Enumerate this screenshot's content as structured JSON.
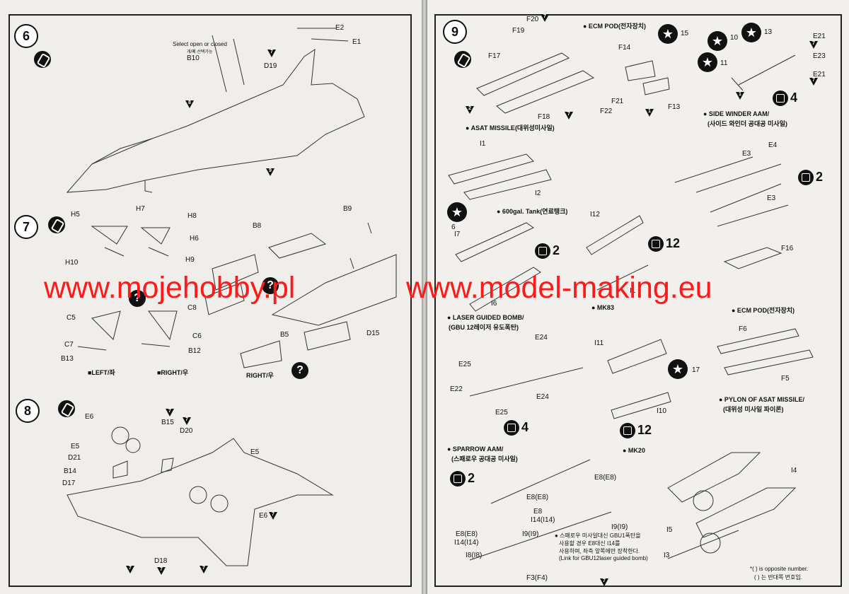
{
  "steps": {
    "s6": "6",
    "s7": "7",
    "s8": "8",
    "s9": "9"
  },
  "step6": {
    "note": "Select open or closed",
    "note_ko": "개/폐 선택가능",
    "labels": [
      "E2",
      "E1",
      "B10",
      "D19"
    ]
  },
  "step7": {
    "labels": [
      "H5",
      "H7",
      "H8",
      "H6",
      "H10",
      "H9",
      "B9",
      "B8",
      "C5",
      "C8",
      "C7",
      "C6",
      "B13",
      "B12",
      "B5",
      "D15"
    ],
    "left": "■LEFT/좌",
    "right": "■RIGHT/우",
    "right2": "RIGHT/우"
  },
  "step8": {
    "labels": [
      "E6",
      "B15",
      "D20",
      "E5",
      "D21",
      "B14",
      "D17",
      "E5",
      "E6",
      "D18"
    ]
  },
  "step9": {
    "asat": "● ASAT MISSILE(대위성미사일)",
    "ecm_top": "● ECM POD(전자장치)",
    "sidewinder": "● SIDE WINDER AAM/",
    "sidewinder_ko": "(사이드 와인더 공대공 미사일)",
    "tank": "● 600gal. Tank(연료탱크)",
    "lgb": "● LASER GUIDED BOMB/",
    "lgb_ko": "(GBU 12레이저 유도폭탄)",
    "mk83": "● MK83",
    "ecm_mid": "● ECM POD(전자장치)",
    "sparrow": "● SPARROW AAM/",
    "sparrow_ko": "(스패로우 공대공 미사일)",
    "mk20": "● MK20",
    "pylon": "● PYLON OF ASAT MISSILE/",
    "pylon_ko": "(대위성 미사일 파이론)",
    "labels": [
      "F20",
      "F19",
      "F17",
      "F18",
      "F14",
      "F13",
      "F21",
      "F22",
      "E21",
      "E23",
      "E21",
      "I1",
      "I2",
      "E3",
      "E4",
      "E3",
      "I12",
      "I7",
      "I6",
      "I1",
      "F16",
      "F6",
      "F5",
      "E24",
      "E25",
      "E22",
      "E24",
      "E25",
      "I11",
      "I10",
      "E8(E8)",
      "E8(E8)",
      "E8",
      "I14(I14)",
      "I9(I9)",
      "E8(E8)",
      "I14(I14)",
      "I9(I9)",
      "I8(I8)",
      "F3(F4)",
      "I4",
      "I5",
      "I3"
    ],
    "note1": "● 스패로우 미사일대신 GBU1폭탄을",
    "note2": "사용할 경우 E8대신 I14를",
    "note3": "사용하며, 좌측 앞쪽에만 장착한다.",
    "note4": "(Link for GBU12laser guided bomb)",
    "legend1": "*(  ) is opposite number.",
    "legend2": "(  ) 는 반대쪽 번호임."
  },
  "quantities": {
    "q2": "2",
    "q4": "4",
    "q12": "12"
  },
  "stars": {
    "s15": "15",
    "s10": "10",
    "s13": "13",
    "s11": "11",
    "s6": "6",
    "s17": "17"
  },
  "watermark": {
    "left": "www.mojehobby.pl",
    "right": "www.model-making.eu"
  },
  "colors": {
    "watermark": "#ff1a1a",
    "paper": "#efeeea",
    "ink": "#111111"
  }
}
